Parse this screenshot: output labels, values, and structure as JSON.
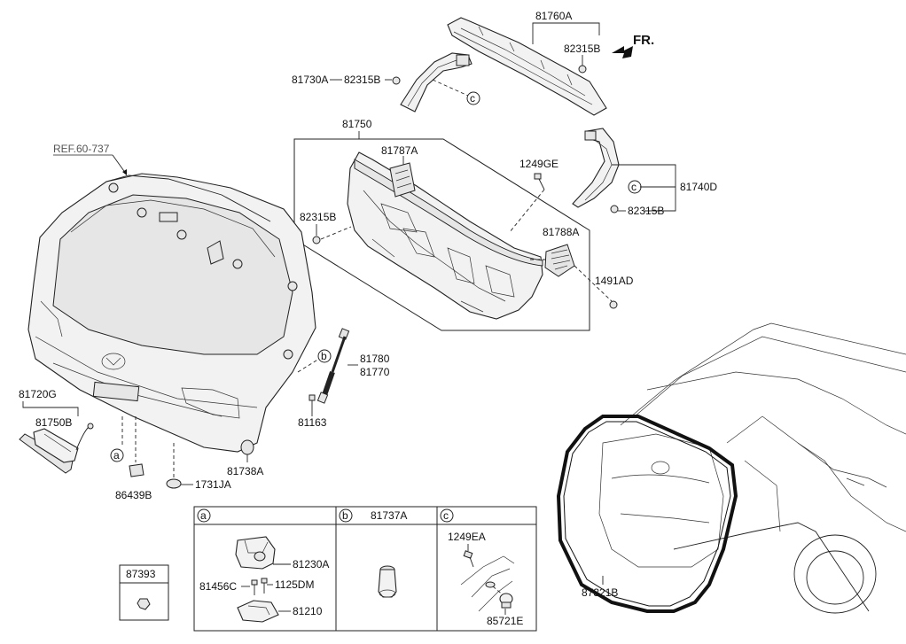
{
  "labels": {
    "ref": "REF.60-737",
    "fr": "FR.",
    "p81760A": "81760A",
    "p82315B_top": "82315B",
    "p81730A": "81730A",
    "p82315B_left": "82315B",
    "p81750": "81750",
    "p81787A": "81787A",
    "p1249GE": "1249GE",
    "p81740D": "81740D",
    "p82315B_right": "82315B",
    "p82315B_mid": "82315B",
    "p81788A": "81788A",
    "p1491AD": "1491AD",
    "p81780": "81780",
    "p81770": "81770",
    "p81163": "81163",
    "p81720G": "81720G",
    "p81750B": "81750B",
    "p86439B": "86439B",
    "p1731JA": "1731JA",
    "p81738A": "81738A",
    "p87321B": "87321B",
    "p87393": "87393",
    "p81737A": "81737A",
    "p81230A": "81230A",
    "p81456C": "81456C",
    "p1125DM": "1125DM",
    "p81210": "81210",
    "p1249EA": "1249EA",
    "p85721E": "85721E"
  },
  "callouts": {
    "a": "a",
    "b": "b",
    "c": "c"
  }
}
